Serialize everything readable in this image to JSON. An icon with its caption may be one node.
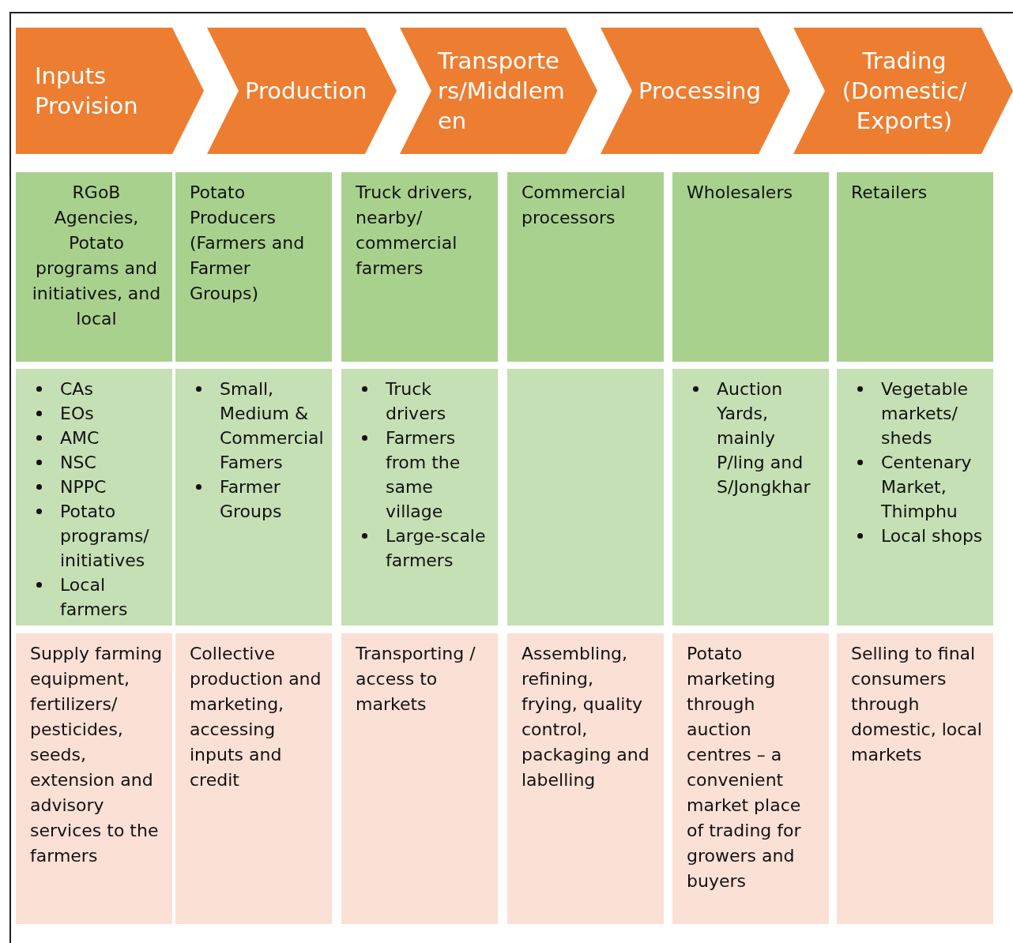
{
  "diagram": {
    "nodes": [
      {
        "text": [
          "Inputs Provision"
        ]
      },
      {
        "text": [
          "Production"
        ]
      },
      {
        "text": [
          "Transporters/Middlemen"
        ]
      },
      {
        "text": [
          "Processing"
        ]
      },
      {
        "text": [
          "Trading (Domestic/ Exports)"
        ]
      },
      {
        "text": [
          "RGoB Agencies, Potato programs and initiatives, and local"
        ]
      },
      {
        "text": [
          "Potato Producers (Farmers and Farmer Groups)"
        ]
      },
      {
        "text": [
          "Truck drivers, nearby/ commercial farmers"
        ]
      },
      {
        "text": [
          "Commercial processors"
        ]
      },
      {
        "text": [
          "Wholesalers"
        ]
      },
      {
        "text": [
          "Retailers"
        ]
      },
      {
        "text": [
          "CAs",
          "EOs",
          "AMC",
          "NSC",
          "NPPC",
          "Potato programs/ initiatives",
          "Local farmers"
        ]
      },
      {
        "text": [
          "Small, Medium & Commercial Famers",
          "Farmer Groups"
        ]
      },
      {
        "text": [
          "Truck drivers",
          "Farmers from the same village",
          "Large-scale farmers"
        ]
      },
      {
        "text": [],
        "shape": "box"
      },
      {
        "text": [
          "Auction Yards, mainly P/ling and S/Jongkhar"
        ]
      },
      {
        "text": [
          "Vegetable markets/ sheds",
          "Centenary Market, Thimphu",
          "Local shops"
        ]
      },
      {
        "text": [
          "Supply farming equipment, fertilizers/ pesticides, seeds, extension and advisory services to the farmers"
        ]
      },
      {
        "text": [
          "Collective production and marketing, accessing inputs and credit"
        ]
      },
      {
        "text": [
          "Transporting / access to markets"
        ]
      },
      {
        "text": [
          "Assembling, refining, frying, quality control, packaging and labelling"
        ]
      },
      {
        "text": [
          "Potato marketing through auction centres – a convenient market place of trading for growers and buyers"
        ]
      },
      {
        "text": [
          "Selling to final consumers through domestic, local markets"
        ]
      }
    ]
  }
}
